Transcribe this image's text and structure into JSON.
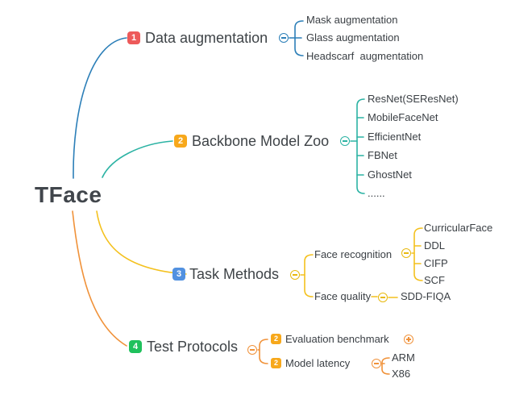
{
  "root": {
    "label": "TFace"
  },
  "branches": {
    "data_augmentation": {
      "badge": "1",
      "label": "Data augmentation",
      "children": [
        "Mask augmentation",
        "Glass augmentation",
        "Headscarf  augmentation"
      ]
    },
    "backbone_model_zoo": {
      "badge": "2",
      "label": "Backbone Model Zoo",
      "children": [
        "ResNet(SEResNet)",
        "MobileFaceNet",
        "EfficientNet",
        "FBNet",
        "GhostNet",
        "......"
      ]
    },
    "task_methods": {
      "badge": "3",
      "label": "Task Methods",
      "subtopics": {
        "face_recognition": {
          "label": "Face recognition",
          "children": [
            "CurricularFace",
            "DDL",
            "CIFP",
            "SCF"
          ]
        },
        "face_quality": {
          "label": "Face quality",
          "children": [
            "SDD-FIQA"
          ]
        }
      }
    },
    "test_protocols": {
      "badge": "4",
      "label": "Test Protocols",
      "subtopics": {
        "evaluation_benchmark": {
          "badge": "2",
          "label": "Evaluation benchmark",
          "collapsed": true
        },
        "model_latency": {
          "badge": "2",
          "label": "Model latency",
          "children": [
            "ARM",
            "X86"
          ]
        }
      }
    }
  },
  "colors": {
    "branch1_line": "#2c7fb8",
    "branch2_line": "#2cb3a4",
    "branch3_line": "#f4c11e",
    "branch4_line": "#f0923a",
    "badge_red": "#ed5a5a",
    "badge_orange": "#f7a81b",
    "badge_blue": "#5291e0",
    "badge_green": "#1fc15c",
    "text": "#3e4347"
  }
}
